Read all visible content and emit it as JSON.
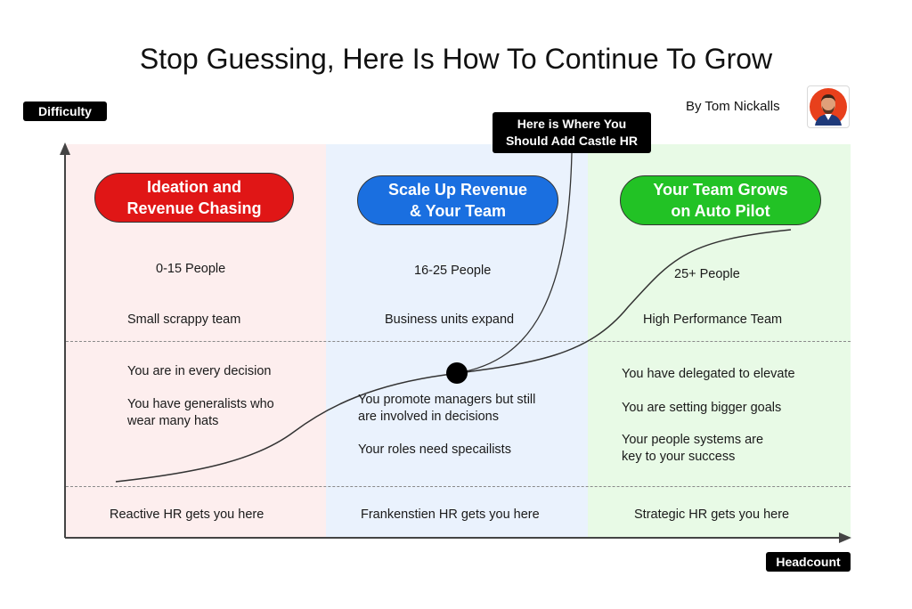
{
  "title": "Stop Guessing, Here Is How To Continue To Grow",
  "byline": "By Tom Nickalls",
  "axes": {
    "y_label": "Difficulty",
    "x_label": "Headcount"
  },
  "callout": "Here is Where You\nShould Add Castle HR",
  "colors": {
    "stage1": "#e01616",
    "stage2": "#1a6fe0",
    "stage3": "#22c225",
    "stage1_bg": "#fdeeee",
    "stage2_bg": "#eaf2fd",
    "stage3_bg": "#e8fae6"
  },
  "stages": [
    {
      "heading": "Ideation and\nRevenue Chasing",
      "people": "0-15 People",
      "team": "Small scrappy team",
      "points": [
        "You are in every decision",
        "You have generalists who\nwear many hats"
      ],
      "hr": "Reactive HR gets you here"
    },
    {
      "heading": "Scale Up Revenue\n& Your Team",
      "people": "16-25 People",
      "team": "Business units expand",
      "points": [
        "You promote managers but still\n are involved in decisions",
        "Your roles need specailists"
      ],
      "hr": "Frankenstien HR gets you here"
    },
    {
      "heading": "Your Team Grows\non Auto Pilot",
      "people": "25+ People",
      "team": "High Performance Team",
      "points": [
        "You have delegated to elevate",
        "You are setting bigger goals",
        "Your people systems are\nkey to your success"
      ],
      "hr": "Strategic HR gets you here"
    }
  ]
}
